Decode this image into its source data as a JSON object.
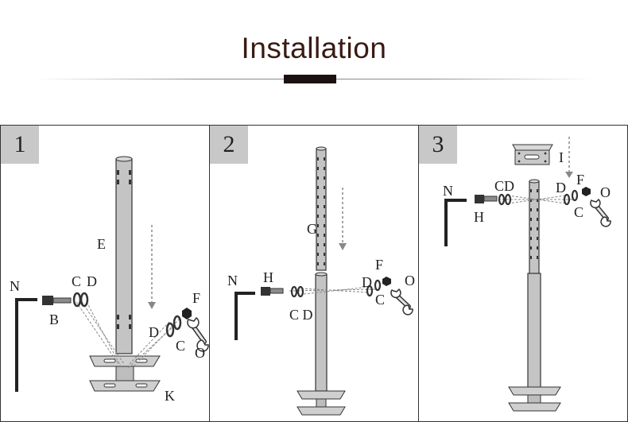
{
  "header": {
    "title": "Installation"
  },
  "steps": [
    {
      "number": "1",
      "labels": {
        "N": "N",
        "B": "B",
        "C": "C",
        "D": "D",
        "E": "E",
        "F": "F",
        "D2": "D",
        "C2": "C",
        "O": "O",
        "K": "K"
      }
    },
    {
      "number": "2",
      "labels": {
        "N": "N",
        "H": "H",
        "G": "G",
        "CD": "C D",
        "F": "F",
        "D": "D",
        "C": "C",
        "O": "O"
      }
    },
    {
      "number": "3",
      "labels": {
        "N": "N",
        "H": "H",
        "CD": "CD",
        "I": "I",
        "D": "D",
        "F": "F",
        "C": "C",
        "O": "O"
      }
    }
  ]
}
